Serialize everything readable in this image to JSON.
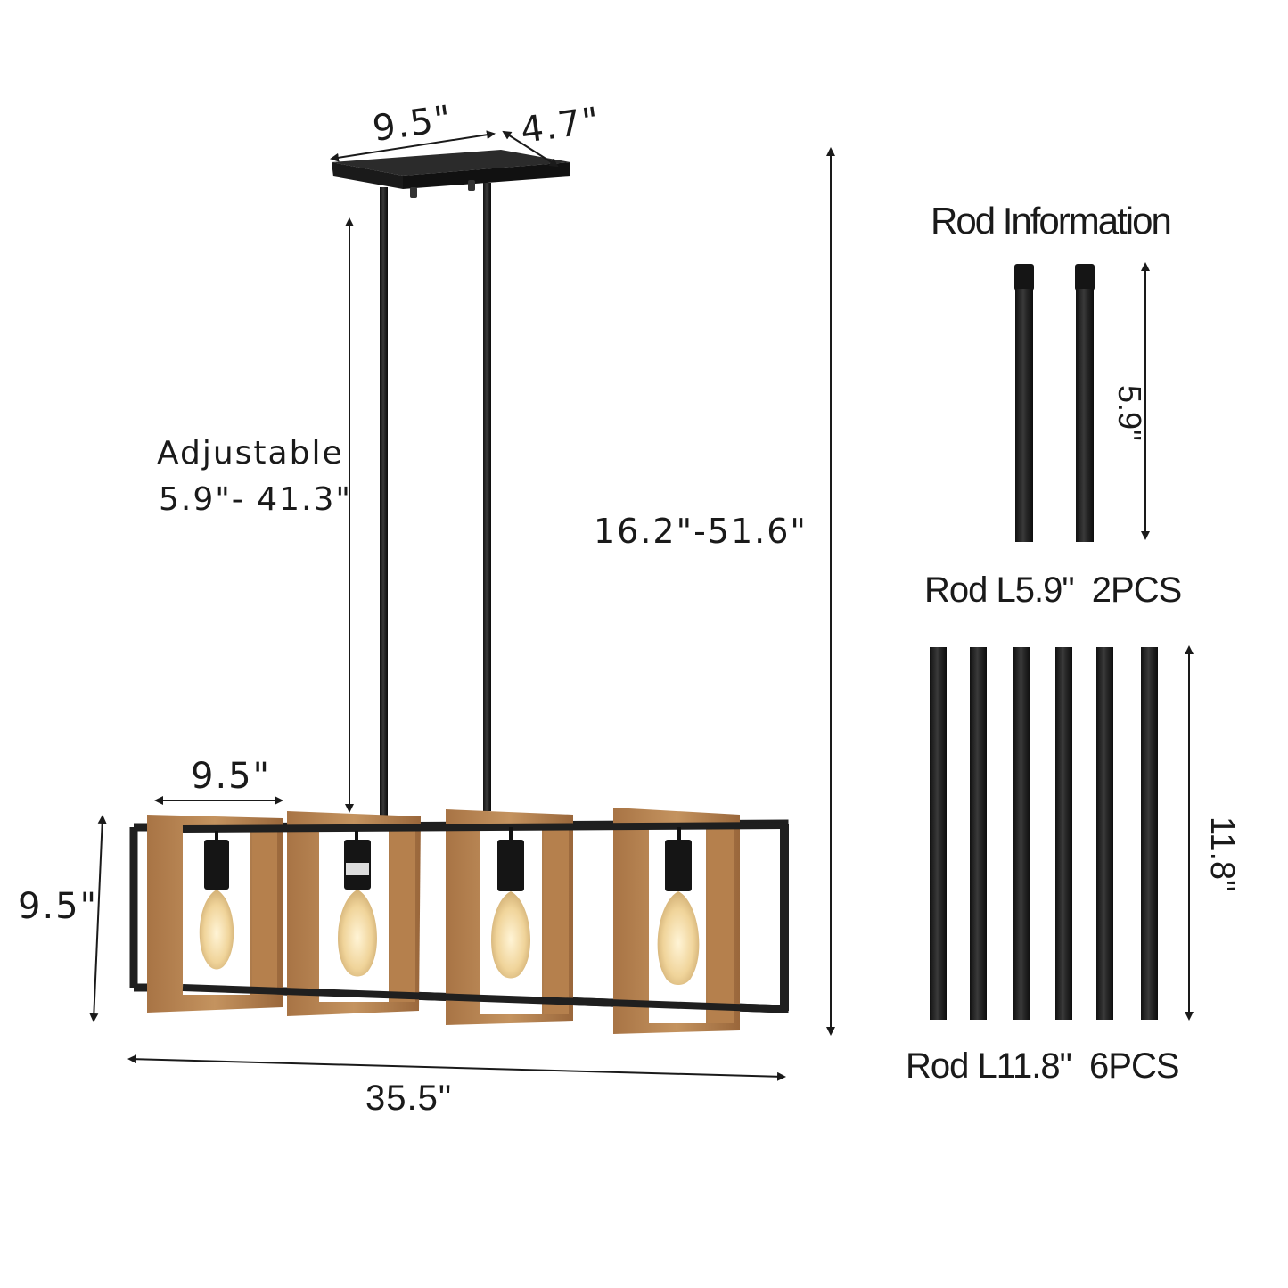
{
  "diagram": {
    "subject": "4-light linear pendant chandelier with wood frames",
    "colors": {
      "metal": "#1f1f1f",
      "wood": "#b7834f",
      "wood_dark": "#8e5d33",
      "bulb": "#f2d9a6",
      "text": "#1a1a1a",
      "background": "#ffffff"
    },
    "dimensions": {
      "canopy_length": "9.5\"",
      "canopy_width": "4.7\"",
      "adjustable_label": "Adjustable",
      "adjustable_range": "5.9\"- 41.3\"",
      "overall_height": "16.2\"-51.6\"",
      "frame_width": "9.5\"",
      "frame_height": "9.5\"",
      "overall_length": "35.5\""
    },
    "lamp": {
      "light_count": 4,
      "frames": [
        "frame-1",
        "frame-2",
        "frame-3",
        "frame-4"
      ]
    },
    "rod_info": {
      "title": "Rod Information",
      "short_rods": {
        "label": "Rod L5.9\"  2PCS",
        "dimension": "5.9\"",
        "count": 2
      },
      "long_rods": {
        "label": "Rod L11.8\"  6PCS",
        "dimension": "11.8\"",
        "count": 6
      }
    }
  }
}
